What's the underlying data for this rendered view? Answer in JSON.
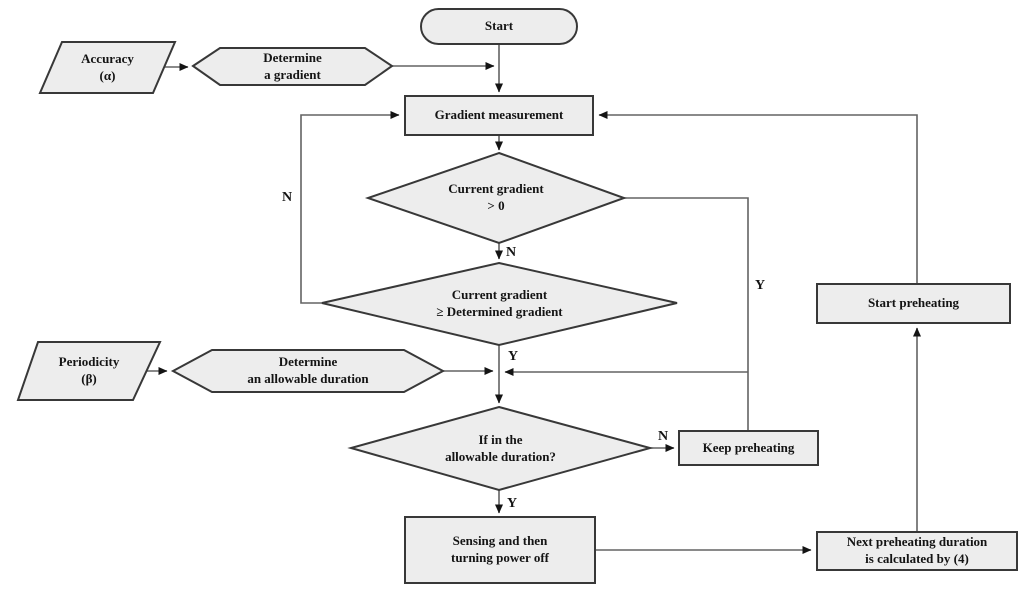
{
  "diagram_type": "flowchart",
  "nodes": {
    "start": {
      "shape": "terminator",
      "label": "Start"
    },
    "accuracy": {
      "shape": "parallelogram",
      "label": "Accuracy\n(α)"
    },
    "determine_gradient": {
      "shape": "hexagon",
      "label": "Determine\na gradient"
    },
    "gradient_measurement": {
      "shape": "process",
      "label": "Gradient measurement"
    },
    "current_gradient_gt0": {
      "shape": "decision",
      "label": "Current gradient\n> 0"
    },
    "current_gradient_ge_determined": {
      "shape": "decision",
      "label": "Current gradient\n≥ Determined gradient"
    },
    "periodicity": {
      "shape": "parallelogram",
      "label": "Periodicity\n(β)"
    },
    "determine_allowable_duration": {
      "shape": "hexagon",
      "label": "Determine\nan allowable duration"
    },
    "in_allowable_duration": {
      "shape": "decision",
      "label": "If in the\nallowable duration?"
    },
    "keep_preheating": {
      "shape": "process",
      "label": "Keep preheating"
    },
    "sensing_power_off": {
      "shape": "process",
      "label": "Sensing and then\nturning power off"
    },
    "next_preheating_duration": {
      "shape": "process",
      "label": "Next preheating duration\nis calculated by (4)"
    },
    "start_preheating": {
      "shape": "process",
      "label": "Start preheating"
    }
  },
  "edge_labels": {
    "gt0_no": "N",
    "gt0_yes": "Y",
    "ge_no": "N",
    "ge_yes": "Y",
    "duration_no": "N",
    "duration_yes": "Y"
  },
  "colors": {
    "background": "#ffffff",
    "node_fill": "#ededed",
    "node_border": "#383838",
    "connector": "#636363",
    "arrowhead": "#141414",
    "text": "#141414"
  }
}
